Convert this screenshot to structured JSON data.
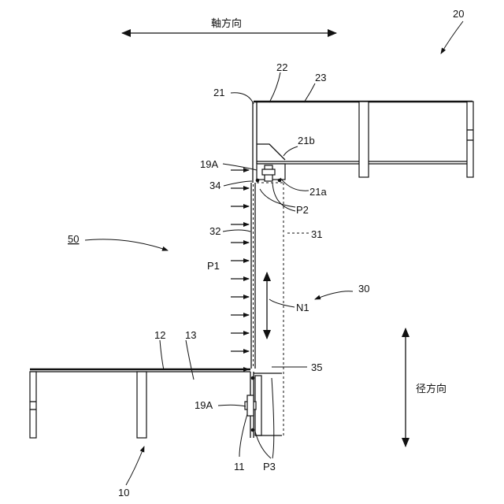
{
  "directions": {
    "axial": "軸方向",
    "radial": "径方向"
  },
  "labels": {
    "l20": "20",
    "l22": "22",
    "l23": "23",
    "l21": "21",
    "l21b": "21b",
    "l19A_top": "19A",
    "l34": "34",
    "l21a": "21a",
    "lP2": "P2",
    "l32": "32",
    "l31": "31",
    "l50": "50",
    "lP1": "P1",
    "l30": "30",
    "lN1": "N1",
    "l12": "12",
    "l13": "13",
    "l35": "35",
    "l19A_bottom": "19A",
    "l11": "11",
    "lP3": "P3",
    "l10": "10"
  }
}
